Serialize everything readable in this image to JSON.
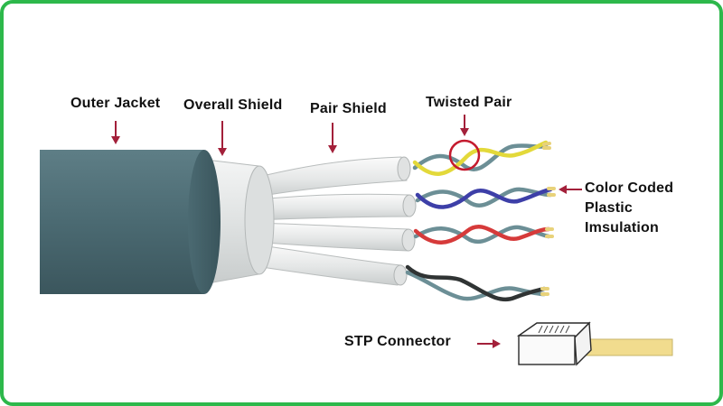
{
  "diagram": {
    "labels": {
      "outer_jacket": "Outer Jacket",
      "overall_shield": "Overall Shield",
      "pair_shield": "Pair Shield",
      "twisted_pair": "Twisted Pair",
      "color_coded_line1": "Color Coded",
      "color_coded_line2": "Plastic",
      "color_coded_line3": "Imsulation",
      "stp_connector": "STP Connector"
    },
    "colors": {
      "frame_border": "#2db84b",
      "jacket": "#4b6a72",
      "shield": "#e4e6e6",
      "arrow": "#a3203a",
      "pair1": "#e3d93a",
      "pair2": "#3d3fa8",
      "pair3": "#d63a3a",
      "pair4": "#303434",
      "partner_wire": "#6c8f96",
      "wire_tip": "#e8d27a",
      "connector_body": "#fafafa",
      "connector_strip": "#f1dc8e"
    },
    "icons": [
      "pointer-arrow",
      "highlight-circle"
    ]
  }
}
